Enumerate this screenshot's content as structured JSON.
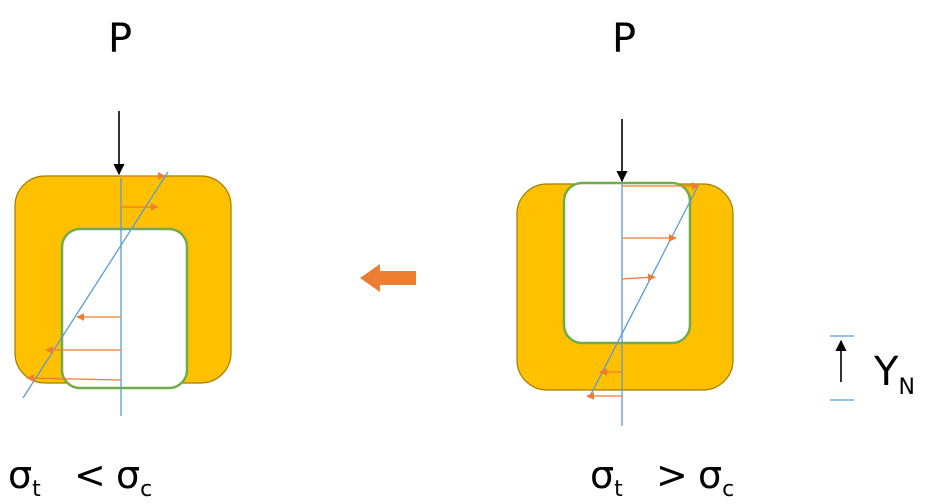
{
  "colors": {
    "section_fill": "#ffc000",
    "section_stroke": "#a07c00",
    "hollow_stroke": "#70ad47",
    "axis_line": "#5b9bd5",
    "stress_arrow": "#ed7d31",
    "direction_arrow": "#ed7d31",
    "load_arrow": "#000000"
  },
  "left_figure": {
    "load_label": "P",
    "relation": {
      "sigma": "σ",
      "sub_t": "t",
      "operator": "<",
      "sub_c": "c"
    }
  },
  "right_figure": {
    "load_label": "P",
    "relation": {
      "sigma": "σ",
      "sub_t": "t",
      "operator": ">",
      "sub_c": "c"
    }
  },
  "neutral_axis": {
    "symbol": "Y",
    "subscript": "N"
  }
}
